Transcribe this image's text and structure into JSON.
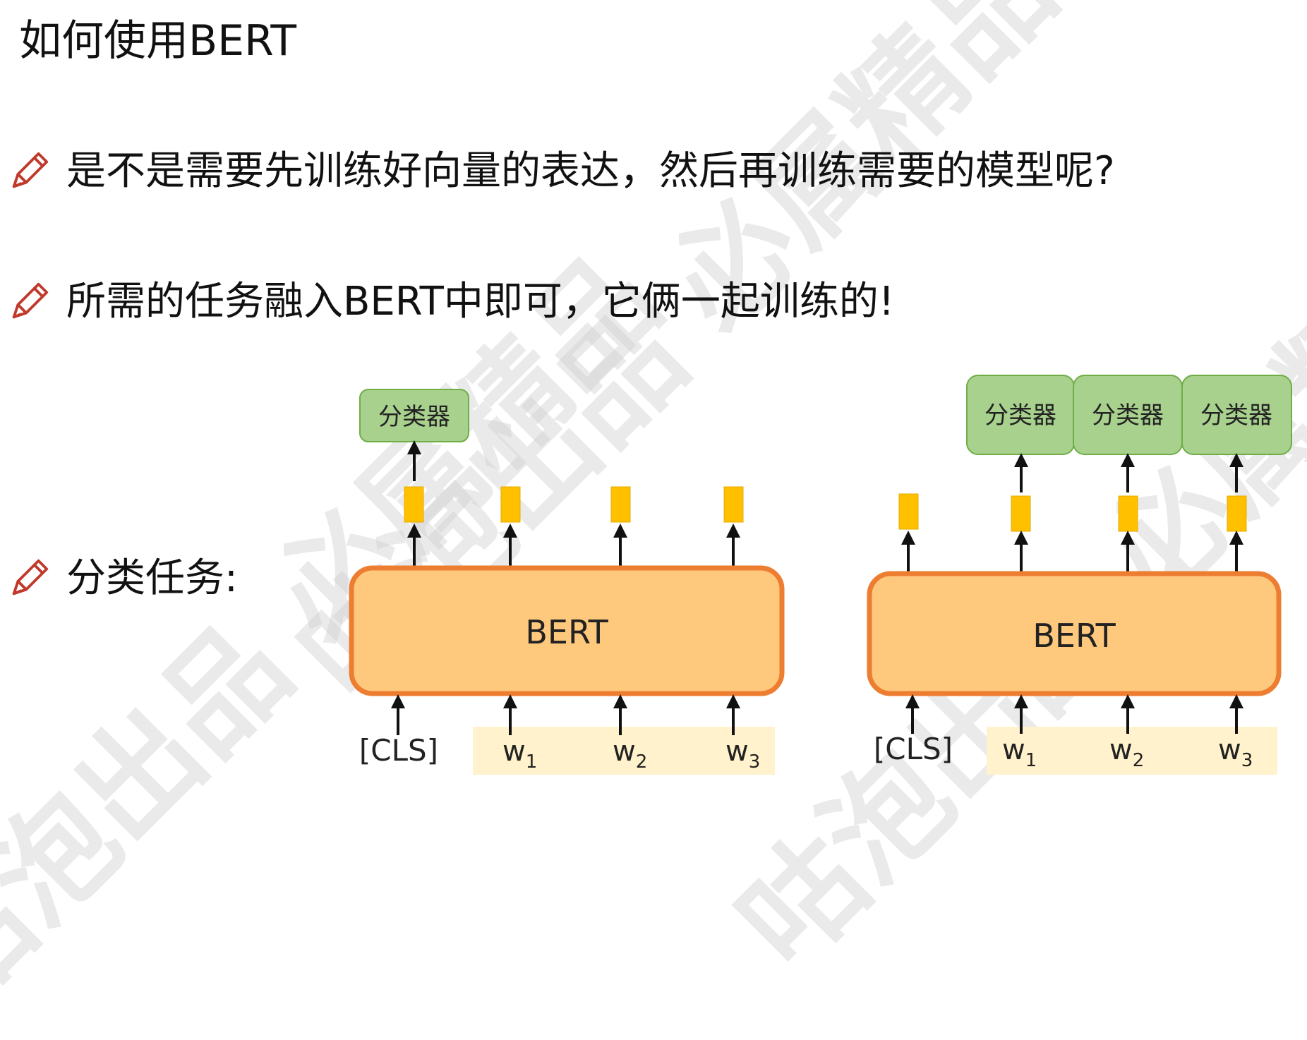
{
  "slide": {
    "title": "如何使用BERT",
    "bullets": [
      "是不是需要先训练好向量的表达，然后再训练需要的模型呢?",
      "所需的任务融入BERT中即可，它俩一起训练的!",
      "分类任务:"
    ],
    "bullet_icon": "pencil-icon"
  },
  "diagram_left": {
    "model_label": "BERT",
    "classifier_label": "分类器",
    "inputs": [
      {
        "text": "[CLS]",
        "sub": ""
      },
      {
        "text": "w",
        "sub": "1"
      },
      {
        "text": "w",
        "sub": "2"
      },
      {
        "text": "w",
        "sub": "3"
      }
    ]
  },
  "diagram_right": {
    "model_label": "BERT",
    "classifier_labels": [
      "分类器",
      "分类器",
      "分类器"
    ],
    "inputs": [
      {
        "text": "[CLS]",
        "sub": ""
      },
      {
        "text": "w",
        "sub": "1"
      },
      {
        "text": "w",
        "sub": "2"
      },
      {
        "text": "w",
        "sub": "3"
      }
    ]
  },
  "watermark": {
    "lines": [
      "咕泡出品 必属精品",
      "咕泡出品 必属精品",
      "咕泡出品 必属精品"
    ]
  },
  "colors": {
    "bert_fill": "#ffc97d",
    "bert_border": "#ed7d31",
    "token": "#ffc000",
    "classifier_fill": "#a9d18e",
    "classifier_border": "#70ad47",
    "input_highlight": "#fff2cc",
    "pencil": "#c0392b"
  }
}
